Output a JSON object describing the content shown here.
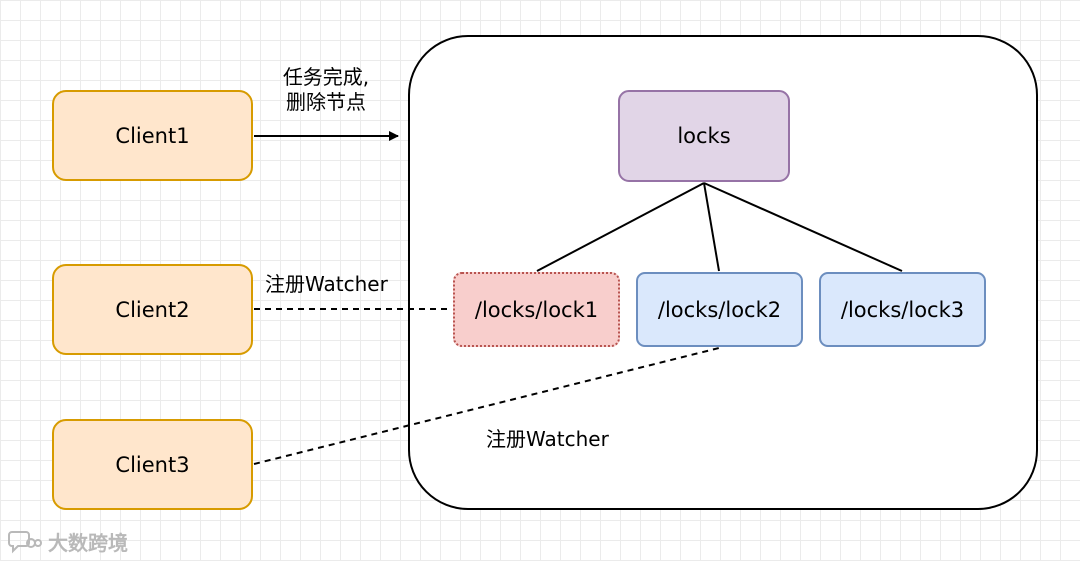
{
  "clients": {
    "client1": "Client1",
    "client2": "Client2",
    "client3": "Client3"
  },
  "zookeeper": {
    "root": "locks",
    "children": [
      "/locks/lock1",
      "/locks/lock2",
      "/locks/lock3"
    ]
  },
  "edge_labels": {
    "task_done_line1": "任务完成,",
    "task_done_line2": "删除节点",
    "register_watcher_1": "注册Watcher",
    "register_watcher_2": "注册Watcher"
  },
  "colors": {
    "client_fill": "#ffe6cc",
    "client_stroke": "#d79b00",
    "root_fill": "#e1d5e7",
    "root_stroke": "#9673a6",
    "lock_fill": "#dae8fc",
    "lock_stroke": "#6c8ebf",
    "deleted_lock_fill": "#f8cecc",
    "deleted_lock_stroke": "#b85450"
  },
  "watermark": {
    "text": "大数跨境",
    "icon": "chat-bubble-logo-icon"
  }
}
